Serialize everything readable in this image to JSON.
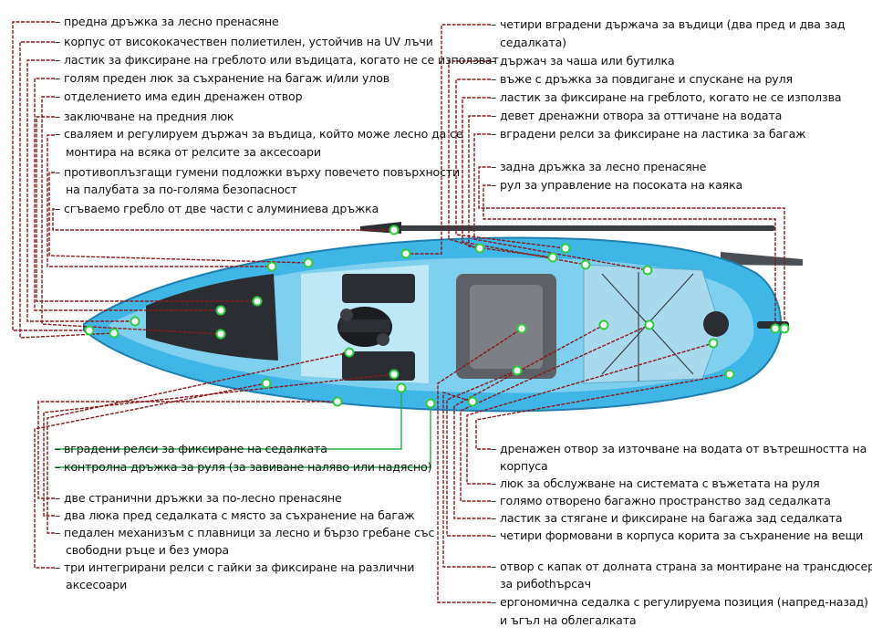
{
  "diagram": {
    "top_left_labels": [
      "предна дръжка за лесно пренасяне",
      "корпус от висококачествен полиетилен, устойчив на UV лъчи",
      "ластик за фиксиране на греблото или въдицата, когато не се използват",
      "голям преден люк за съхранение на багаж и/или улов",
      "отделението има един дренажен отвор",
      "заключване на предния люк",
      "сваляем и регулируем държач за въдица, който може лесно да се",
      "монтира на всяка от релсите за аксесоари",
      "противоплъзгащи гумени подложки върху повечето повърхности",
      "на палубата за по-голяма безопасност",
      "сгъваемо гребло от две части с алуминиева дръжка"
    ],
    "top_right_labels": [
      "четири вградени държача за въдици (два пред и два зад",
      "седалката)",
      "държач за чаша или бутилка",
      "въже с дръжка за повдигане и спускане на руля",
      "ластик за фиксиране на греблото, когато не се използва",
      "девет дренажни отвора за оттичане на водата",
      "вградени релси за фиксиране на ластика за багаж",
      "задна дръжка за лесно пренасяне",
      "рул за управление на посоката на каяка"
    ],
    "bottom_left_labels": [
      "вградени релси за фиксиране на седалката",
      "контролна дръжка за руля (за завиване наляво или надясно)",
      "две странични дръжки за по-лесно пренасяне",
      "два люка пред седалката с място за съхранение на багаж",
      "педален механизъм с плавници за лесно и бързо гребане със",
      "свободни ръце и без умора",
      "три интегрирани релси с гайки за фиксиране на различни",
      "аксесоари"
    ],
    "bottom_right_labels": [
      "дренажен отвор за източване на водата от вътрешността на",
      "корпуса",
      "люк за обслужване на системата с въжетата на руля",
      "голямо отворено багажно пространство зад седалката",
      "ластик за стягане и фиксиране на багажа зад седалката",
      "четири формовани в корпуса корита за съхранение на вещи",
      "отвор с капак от долната страна за монтиране на трансдюсер",
      "за рибothърсач",
      "ергономична седалка с регулируема позиция (напред-назад)",
      "и ъгъл на облегалката"
    ]
  },
  "colors": {
    "hull_blue": "#3fb6e6",
    "deck_light": "#bfe8f6",
    "pad_dark": "#2a2d31",
    "leader_red": "#8b1a1a",
    "leader_green": "#22b14c",
    "marker_green": "#2ecc40"
  }
}
